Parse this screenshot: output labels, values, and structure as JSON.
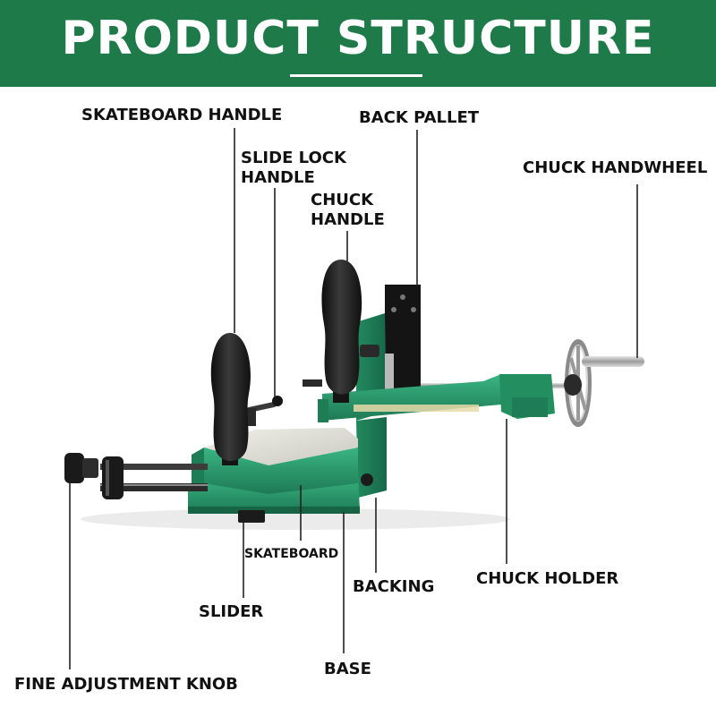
{
  "header": {
    "title": "PRODUCT STRUCTURE",
    "background_color": "#1f7a4a"
  },
  "labels": {
    "skateboard_handle": "SKATEBOARD HANDLE",
    "slide_lock_handle_line1": "SLIDE LOCK",
    "slide_lock_handle_line2": "HANDLE",
    "back_pallet": "BACK PALLET",
    "chuck_handle_line1": "CHUCK",
    "chuck_handle_line2": "HANDLE",
    "chuck_handwheel": "CHUCK HANDWHEEL",
    "skateboard": "SKATEBOARD",
    "backing": "BACKING",
    "chuck_holder": "CHUCK HOLDER",
    "slider": "SLIDER",
    "base": "BASE",
    "fine_adjustment_knob": "FINE ADJUSTMENT KNOB"
  },
  "colors": {
    "machine_green": "#2b9b6e",
    "machine_green_dark": "#1d7a55",
    "handle_black": "#1b1b1b",
    "steel": "#a8a8a8",
    "leader_line": "#222222"
  }
}
